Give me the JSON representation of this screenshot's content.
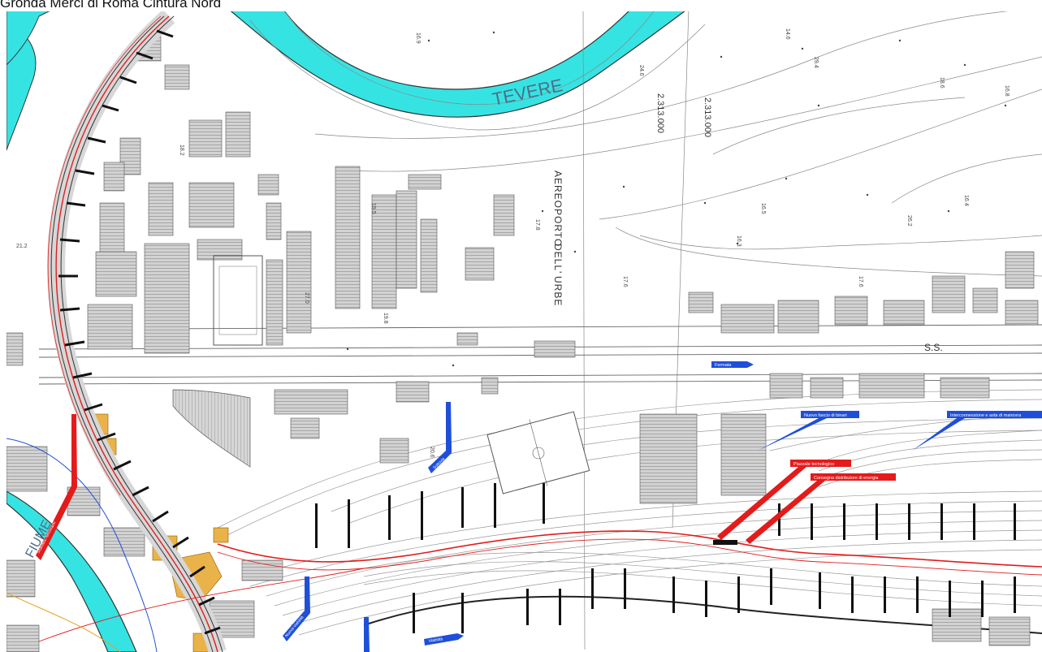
{
  "title": "Gronda Merci di Roma Cintura Nord",
  "river_labels": {
    "tevere": "TEVERE",
    "fiume": "FIUME"
  },
  "place_labels": {
    "airport_1": "AEREOPORTO",
    "airport_2": "DELL'",
    "airport_3": "URBE",
    "road": "S.S.",
    "coord_1": "2.313.000",
    "coord_2": "2.313.000"
  },
  "callouts": [
    {
      "text": "Fermata",
      "color": "#1f4fd8"
    },
    {
      "text": "Nuovo fascio di binari",
      "color": "#1f4fd8"
    },
    {
      "text": "Interconnessione e asta di manovra",
      "color": "#1f4fd8"
    },
    {
      "text": "Piazzale tecnologico",
      "color": "#e31b1b"
    },
    {
      "text": "Consegna distributore di energia",
      "color": "#e31b1b"
    },
    {
      "text": "Sottovia",
      "color": "#1f4fd8"
    },
    {
      "text": "Viabilità",
      "color": "#1f4fd8"
    },
    {
      "text": "Nuova viabilità",
      "color": "#1f4fd8"
    },
    {
      "text": "Scavalco ferroviario",
      "color": "#e31b1b"
    }
  ],
  "elevations": [
    "16.8",
    "16.4",
    "26.2",
    "16.5",
    "17.6",
    "19.5",
    "21.2",
    "20.6",
    "18.2",
    "16.3",
    "27.0",
    "19.8",
    "17.8",
    "16.9",
    "14.6",
    "24.6",
    "29.4",
    "18.6",
    "17.6"
  ],
  "colors": {
    "water": "#36e3e3",
    "track": "#e31b1b",
    "building": "#c4c4c4",
    "callout_blue": "#1f4fd8",
    "callout_red": "#e31b1b",
    "highlight": "#e9b34a"
  }
}
